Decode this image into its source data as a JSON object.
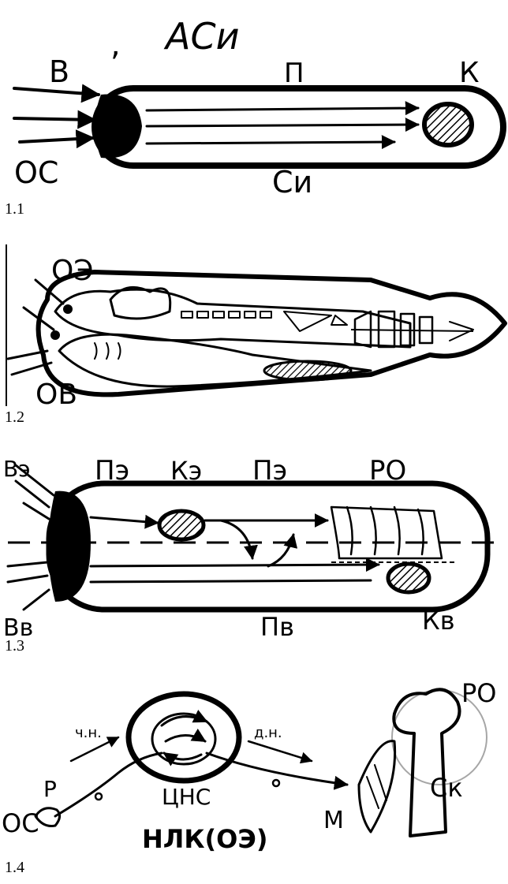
{
  "figures": [
    {
      "caption": "1.1",
      "title": "АСи",
      "labels": {
        "input": "В",
        "receptor": "ОС",
        "path": "П",
        "target": "К",
        "body": "Си"
      }
    },
    {
      "caption": "1.2",
      "labels": {
        "top": "ОЭ",
        "bottom": "ОВ"
      }
    },
    {
      "caption": "1.3",
      "labels": {
        "input_top": "Вэ",
        "input_bottom": "Вв",
        "path_top_1": "Пэ",
        "target_top": "Кэ",
        "path_top_2": "Пэ",
        "organ": "РО",
        "path_bottom": "Пв",
        "target_bottom": "Кв"
      }
    },
    {
      "caption": "1.4",
      "labels": {
        "organ": "РО",
        "afferent": "ч.н.",
        "efferent": "д.н.",
        "receptor": "Р",
        "center": "ЦНС",
        "bone": "Ск",
        "source": "ОС",
        "muscle": "М",
        "bottom": "НЛК(ОЭ)"
      }
    }
  ]
}
